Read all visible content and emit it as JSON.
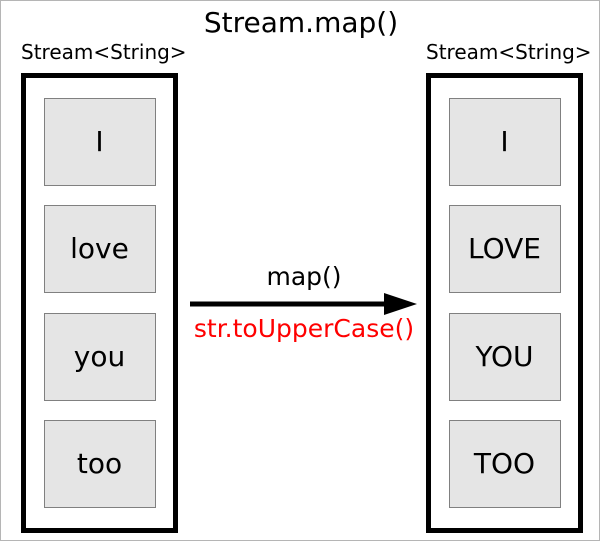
{
  "title": "Stream.map()",
  "left_stream": {
    "label": "Stream<String>",
    "items": [
      "I",
      "love",
      "you",
      "too"
    ]
  },
  "right_stream": {
    "label": "Stream<String>",
    "items": [
      "I",
      "LOVE",
      "YOU",
      "TOO"
    ]
  },
  "transform": {
    "method_label": "map()",
    "lambda_label": "str.toUpperCase()",
    "lambda_color": "#ff0000",
    "arrow_color": "#000000"
  },
  "colors": {
    "background": "#ffffff",
    "cell_fill": "#e5e5e5",
    "cell_border": "#808080",
    "stream_border": "#000000",
    "page_border": "#b5b5b5",
    "text": "#000000"
  }
}
